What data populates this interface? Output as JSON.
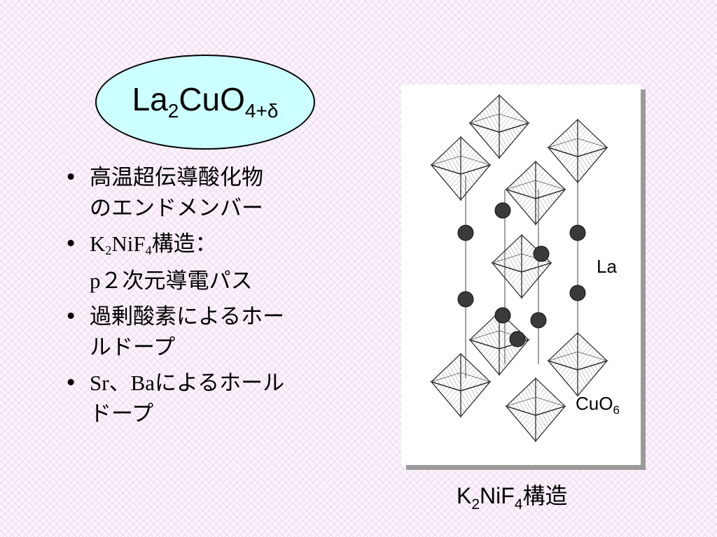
{
  "title": {
    "base": "La",
    "sub1": "2",
    "mid": "CuO",
    "sub2": "4+δ"
  },
  "bullets": {
    "item1": {
      "line1": "高温超伝導酸化物",
      "line2": "のエンドメンバー"
    },
    "item2": {
      "formula_base": "K",
      "formula_sub1": "2",
      "formula_mid": "NiF",
      "formula_sub2": "4",
      "suffix": "構造：",
      "line2_p": "p",
      "line2_rest": "２次元導電パス"
    },
    "item3": {
      "line1": "過剰酸素によるホー",
      "line2": "ルドープ"
    },
    "item4": {
      "elements": "Sr、Ba",
      "line1_rest": "によるホール",
      "line2": "ドープ"
    }
  },
  "figure": {
    "label_la": "La",
    "label_cuo_base": "CuO",
    "label_cuo_sub": "6",
    "caption_base": "K",
    "caption_sub1": "2",
    "caption_mid": "NiF",
    "caption_sub2": "4",
    "caption_suffix": "構造"
  }
}
